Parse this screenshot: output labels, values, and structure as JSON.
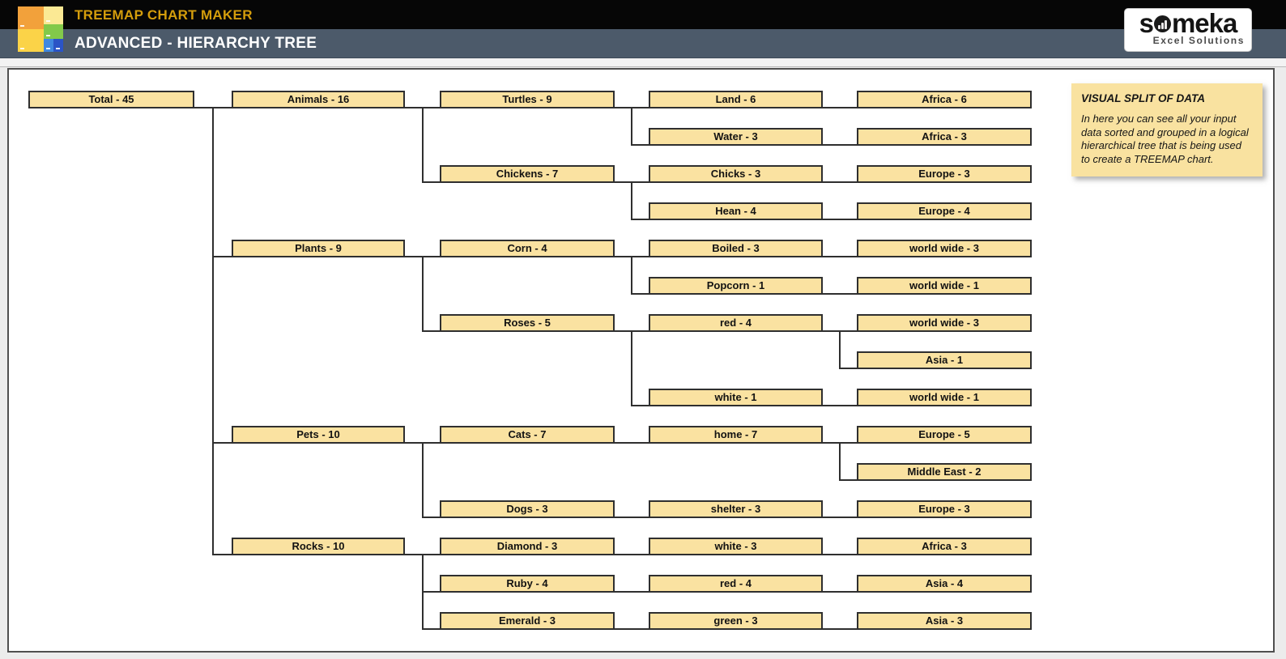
{
  "header": {
    "app_title": "TREEMAP CHART MAKER",
    "page_title": "ADVANCED - HIERARCHY TREE",
    "logo": {
      "brand": "someka",
      "tagline": "Excel Solutions"
    }
  },
  "note": {
    "title": "VISUAL SPLIT OF DATA",
    "body": "In here you can see all your input data sorted and grouped in a logical hierarchical tree that is being used to create a TREEMAP chart."
  },
  "colors": {
    "node_fill": "#FAE2A1",
    "node_border": "#2F2F2F",
    "note_fill": "#F9E2A0",
    "header_black": "#060606",
    "header_slate": "#4C5A6A",
    "accent_gold": "#D49D0C"
  },
  "tree": {
    "label": "Total - 45",
    "children": [
      {
        "label": "Animals - 16",
        "children": [
          {
            "label": "Turtles - 9",
            "children": [
              {
                "label": "Land - 6",
                "children": [
                  {
                    "label": "Africa - 6"
                  }
                ]
              },
              {
                "label": "Water - 3",
                "children": [
                  {
                    "label": "Africa - 3"
                  }
                ]
              }
            ]
          },
          {
            "label": "Chickens - 7",
            "children": [
              {
                "label": "Chicks - 3",
                "children": [
                  {
                    "label": "Europe - 3"
                  }
                ]
              },
              {
                "label": "Hean - 4",
                "children": [
                  {
                    "label": "Europe - 4"
                  }
                ]
              }
            ]
          }
        ]
      },
      {
        "label": "Plants - 9",
        "children": [
          {
            "label": "Corn - 4",
            "children": [
              {
                "label": "Boiled - 3",
                "children": [
                  {
                    "label": "world wide - 3"
                  }
                ]
              },
              {
                "label": "Popcorn - 1",
                "children": [
                  {
                    "label": "world wide - 1"
                  }
                ]
              }
            ]
          },
          {
            "label": "Roses - 5",
            "children": [
              {
                "label": "red - 4",
                "children": [
                  {
                    "label": "world wide - 3"
                  },
                  {
                    "label": "Asia - 1"
                  }
                ]
              },
              {
                "label": "white - 1",
                "children": [
                  {
                    "label": "world wide - 1"
                  }
                ]
              }
            ]
          }
        ]
      },
      {
        "label": "Pets - 10",
        "children": [
          {
            "label": "Cats - 7",
            "children": [
              {
                "label": "home - 7",
                "children": [
                  {
                    "label": "Europe - 5"
                  },
                  {
                    "label": "Middle East - 2"
                  }
                ]
              }
            ]
          },
          {
            "label": "Dogs - 3",
            "children": [
              {
                "label": "shelter - 3",
                "children": [
                  {
                    "label": "Europe - 3"
                  }
                ]
              }
            ]
          }
        ]
      },
      {
        "label": "Rocks - 10",
        "children": [
          {
            "label": "Diamond - 3",
            "children": [
              {
                "label": "white - 3",
                "children": [
                  {
                    "label": "Africa - 3"
                  }
                ]
              }
            ]
          },
          {
            "label": "Ruby - 4",
            "children": [
              {
                "label": "red - 4",
                "children": [
                  {
                    "label": "Asia - 4"
                  }
                ]
              }
            ]
          },
          {
            "label": "Emerald - 3",
            "children": [
              {
                "label": "green - 3",
                "children": [
                  {
                    "label": "Asia - 3"
                  }
                ]
              }
            ]
          }
        ]
      }
    ]
  }
}
